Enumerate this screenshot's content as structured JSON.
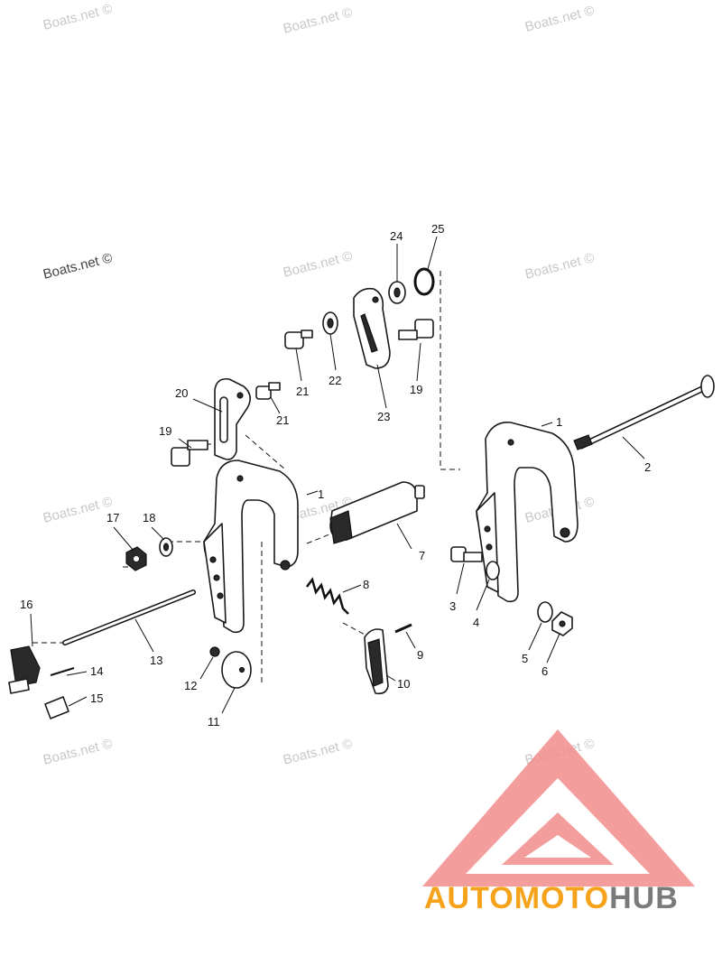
{
  "watermark": "Boats.net ©",
  "labels": {
    "p1a": "1",
    "p1b": "1",
    "p2": "2",
    "p3": "3",
    "p4": "4",
    "p5": "5",
    "p6": "6",
    "p7": "7",
    "p8": "8",
    "p9": "9",
    "p10": "10",
    "p11": "11",
    "p12": "12",
    "p13": "13",
    "p14": "14",
    "p15": "15",
    "p16": "16",
    "p17": "17",
    "p18": "18",
    "p19a": "19",
    "p19b": "19",
    "p20": "20",
    "p21a": "21",
    "p21b": "21",
    "p22": "22",
    "p23": "23",
    "p24": "24",
    "p25": "25"
  },
  "logo": {
    "part1": "AUTO",
    "part2": "MOTO",
    "part3": "HUB",
    "colors": {
      "triangle": "#f28c8c",
      "accent": "#f7a21b",
      "gray": "#7a7a7a"
    }
  }
}
